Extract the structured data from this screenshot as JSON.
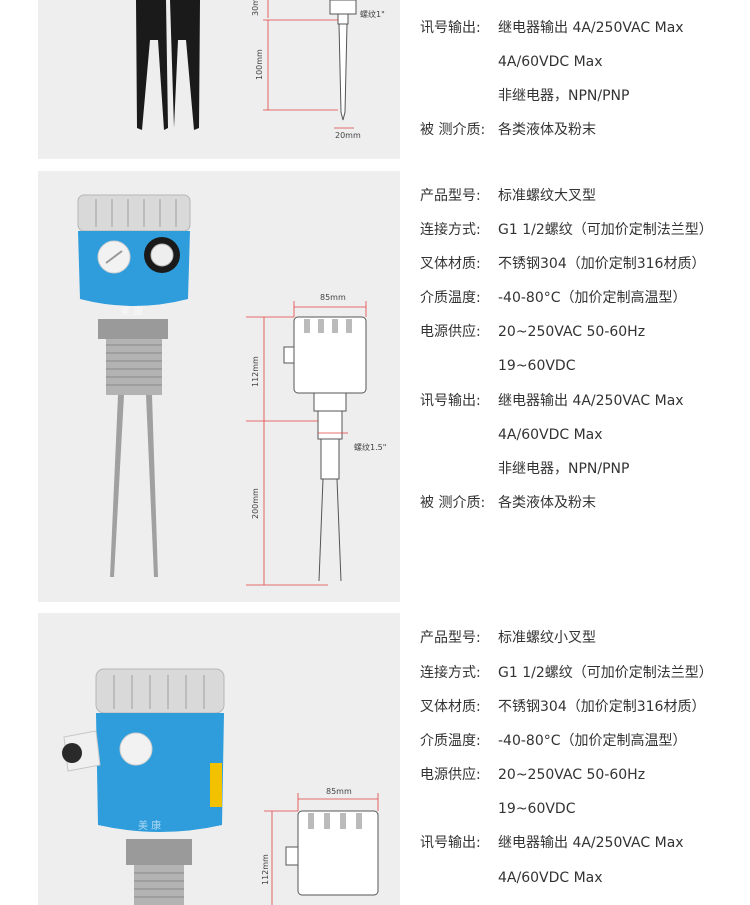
{
  "section1": {
    "drawing_labels": {
      "top": "30m",
      "thread": "螺纹1\"",
      "length": "100mm",
      "width": "20mm"
    },
    "specs": [
      {
        "label": "讯号输出:",
        "value": "继电器输出 4A/250VAC Max"
      },
      {
        "label": "",
        "value": "4A/60VDC Max"
      },
      {
        "label": "",
        "value": "非继电器，NPN/PNP"
      },
      {
        "label": "被 测介质:",
        "value": "各类液体及粉末"
      }
    ]
  },
  "section2": {
    "drawing_labels": {
      "width": "85mm",
      "height": "112mm",
      "thread": "螺纹1.5\"",
      "length": "200mm"
    },
    "watermark": "美 康",
    "specs": [
      {
        "label": "产品型号:",
        "value": "标准螺纹大叉型"
      },
      {
        "label": "连接方式:",
        "value": "G1 1/2螺纹（可加价定制法兰型）"
      },
      {
        "label": "叉体材质:",
        "value": "不锈钢304（加价定制316材质）"
      },
      {
        "label": "介质温度:",
        "value": "-40-80°C（加价定制高温型）"
      },
      {
        "label": "电源供应:",
        "value": "20~250VAC  50-60Hz"
      },
      {
        "label": "",
        "value": "19~60VDC"
      },
      {
        "label": "讯号输出:",
        "value": "继电器输出 4A/250VAC Max"
      },
      {
        "label": "",
        "value": "4A/60VDC Max"
      },
      {
        "label": "",
        "value": "非继电器，NPN/PNP"
      },
      {
        "label": "被 测介质:",
        "value": "各类液体及粉末"
      }
    ]
  },
  "section3": {
    "drawing_labels": {
      "width": "85mm",
      "height": "112mm"
    },
    "watermark": "美 康",
    "specs": [
      {
        "label": "产品型号:",
        "value": "标准螺纹小叉型"
      },
      {
        "label": "连接方式:",
        "value": "G1 1/2螺纹（可加价定制法兰型）"
      },
      {
        "label": "叉体材质:",
        "value": "不锈钢304（加价定制316材质）"
      },
      {
        "label": "介质温度:",
        "value": "-40-80°C（加价定制高温型）"
      },
      {
        "label": "电源供应:",
        "value": "20~250VAC  50-60Hz"
      },
      {
        "label": "",
        "value": "19~60VDC"
      },
      {
        "label": "讯号输出:",
        "value": "继电器输出 4A/250VAC Max"
      },
      {
        "label": "",
        "value": "4A/60VDC Max"
      }
    ]
  }
}
